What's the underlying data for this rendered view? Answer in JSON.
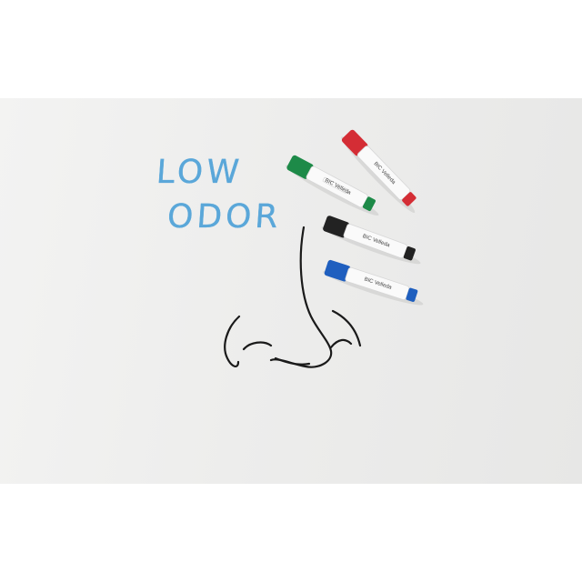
{
  "image": {
    "handwriting": {
      "line1": "LOW",
      "line2": "ODOR"
    },
    "colors": {
      "ink_blue": "#5aa7d9",
      "ink_black": "#1a1a1a",
      "marker_green": "#1d8a48",
      "marker_red": "#d42d35",
      "marker_black": "#222222",
      "marker_blue": "#1f5fbf",
      "board": "#eeeeed",
      "background": "#ffffff"
    },
    "markers": [
      {
        "color": "green",
        "label_text": "BIC Velleda"
      },
      {
        "color": "red",
        "label_text": "BIC Velleda"
      },
      {
        "color": "black",
        "label_text": "BIC Velleda"
      },
      {
        "color": "blue",
        "label_text": "BIC Velleda"
      }
    ],
    "drawing": "nose-drawing"
  }
}
